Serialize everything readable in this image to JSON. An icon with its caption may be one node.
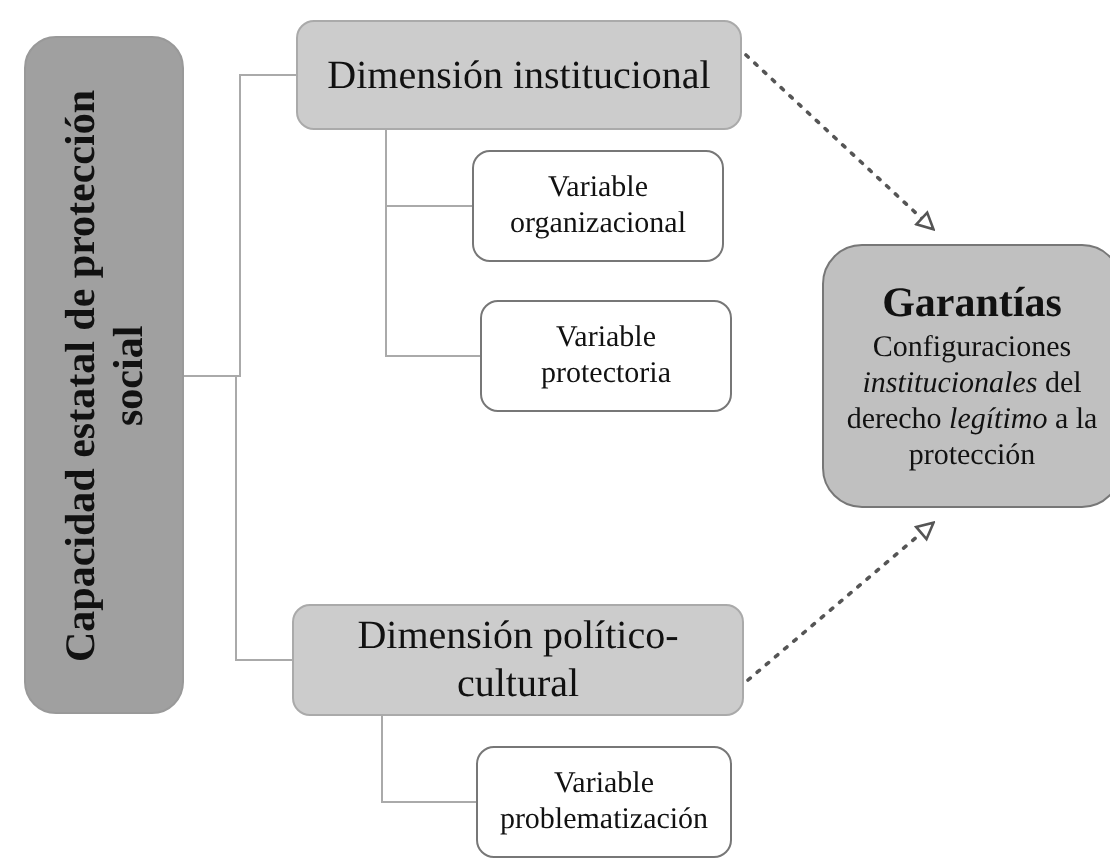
{
  "diagram": {
    "nodes": [
      {
        "text": [
          "Capacidad estatal de protección social"
        ]
      },
      {
        "text": [
          "Dimensión institucional"
        ]
      },
      {
        "text": [
          "Variable organizacional"
        ]
      },
      {
        "text": [
          "Variable protectoria"
        ]
      },
      {
        "text": [
          "Dimensión político-cultural"
        ]
      },
      {
        "text": [
          "Variable problematización"
        ]
      },
      {
        "text": [
          "Garantías",
          "Configuraciones *institucionales* del derecho *legítimo* a la protección"
        ]
      }
    ],
    "edges": [
      {
        "from": 0,
        "to": 1,
        "arrow": "none"
      },
      {
        "from": 1,
        "to": 2,
        "arrow": "none"
      },
      {
        "from": 1,
        "to": 3,
        "arrow": "none"
      },
      {
        "from": 0,
        "to": 4,
        "arrow": "none"
      },
      {
        "from": 4,
        "to": 5,
        "arrow": "none"
      },
      {
        "from": 1,
        "to": 6,
        "arrow": "to",
        "style": "dashed"
      },
      {
        "from": 4,
        "to": 6,
        "arrow": "to",
        "style": "dashed"
      }
    ]
  }
}
